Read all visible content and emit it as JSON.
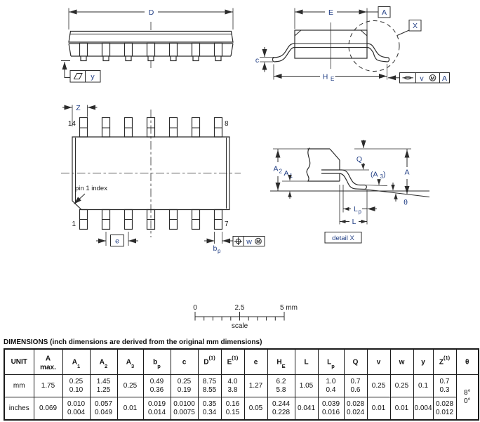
{
  "colors": {
    "accent_blue": "#223f85",
    "line": "#2b2b2b"
  },
  "side_view": {
    "dim_d": "D",
    "flatness_ref": "y"
  },
  "end_view": {
    "dim_e": "E",
    "datum": "A",
    "detail_ref": "X",
    "dim_c": "c",
    "he_base": "H",
    "he_sub": "E",
    "fcf_tol": "v",
    "fcf_mod": "M",
    "fcf_datum": "A"
  },
  "top_view": {
    "pin_top_left": "14",
    "pin_top_right": "8",
    "pin_bottom_left": "1",
    "pin_bottom_right": "7",
    "dim_z": "Z",
    "pin1_note": "pin 1 index",
    "dim_e": "e",
    "bp_base": "b",
    "bp_sub": "p",
    "fcf_tol": "w",
    "fcf_mod": "M"
  },
  "detail_x": {
    "a2_base": "A",
    "a2_sub": "2",
    "a1_base": "A",
    "a1_sub": "1",
    "dim_q": "Q",
    "a3_open": "(A",
    "a3_sub": "3",
    "a3_close": ")",
    "dim_a": "A",
    "theta": "θ",
    "lp_base": "L",
    "lp_sub": "p",
    "dim_l": "L",
    "caption": "detail X"
  },
  "scale_bar": {
    "tick0": "0",
    "tick_mid": "2.5",
    "tick_end": "5 mm",
    "caption": "scale"
  },
  "table": {
    "title": "DIMENSIONS (inch dimensions are derived from the original mm dimensions)",
    "unit_header": "UNIT",
    "headers": [
      {
        "l1": "A",
        "sub": "",
        "sup": "",
        "l2": "max."
      },
      {
        "l1": "A",
        "sub": "1",
        "sup": "",
        "l2": ""
      },
      {
        "l1": "A",
        "sub": "2",
        "sup": "",
        "l2": ""
      },
      {
        "l1": "A",
        "sub": "3",
        "sup": "",
        "l2": ""
      },
      {
        "l1": "b",
        "sub": "p",
        "sup": "",
        "l2": ""
      },
      {
        "l1": "c",
        "sub": "",
        "sup": "",
        "l2": ""
      },
      {
        "l1": "D",
        "sub": "",
        "sup": "(1)",
        "l2": ""
      },
      {
        "l1": "E",
        "sub": "",
        "sup": "(1)",
        "l2": ""
      },
      {
        "l1": "e",
        "sub": "",
        "sup": "",
        "l2": ""
      },
      {
        "l1": "H",
        "sub": "E",
        "sup": "",
        "l2": ""
      },
      {
        "l1": "L",
        "sub": "",
        "sup": "",
        "l2": ""
      },
      {
        "l1": "L",
        "sub": "p",
        "sup": "",
        "l2": ""
      },
      {
        "l1": "Q",
        "sub": "",
        "sup": "",
        "l2": ""
      },
      {
        "l1": "v",
        "sub": "",
        "sup": "",
        "l2": ""
      },
      {
        "l1": "w",
        "sub": "",
        "sup": "",
        "l2": ""
      },
      {
        "l1": "y",
        "sub": "",
        "sup": "",
        "l2": ""
      },
      {
        "l1": "Z",
        "sub": "",
        "sup": "(1)",
        "l2": ""
      },
      {
        "l1": "θ",
        "sub": "",
        "sup": "",
        "l2": ""
      }
    ],
    "rows": [
      {
        "unit": "mm",
        "values": [
          "1.75",
          "0.25\n0.10",
          "1.45\n1.25",
          "0.25",
          "0.49\n0.36",
          "0.25\n0.19",
          "8.75\n8.55",
          "4.0\n3.8",
          "1.27",
          "6.2\n5.8",
          "1.05",
          "1.0\n0.4",
          "0.7\n0.6",
          "0.25",
          "0.25",
          "0.1",
          "0.7\n0.3"
        ]
      },
      {
        "unit": "inches",
        "values": [
          "0.069",
          "0.010\n0.004",
          "0.057\n0.049",
          "0.01",
          "0.019\n0.014",
          "0.0100\n0.0075",
          "0.35\n0.34",
          "0.16\n0.15",
          "0.05",
          "0.244\n0.228",
          "0.041",
          "0.039\n0.016",
          "0.028\n0.024",
          "0.01",
          "0.01",
          "0.004",
          "0.028\n0.012"
        ]
      }
    ],
    "theta_values": "8°\n0°"
  }
}
